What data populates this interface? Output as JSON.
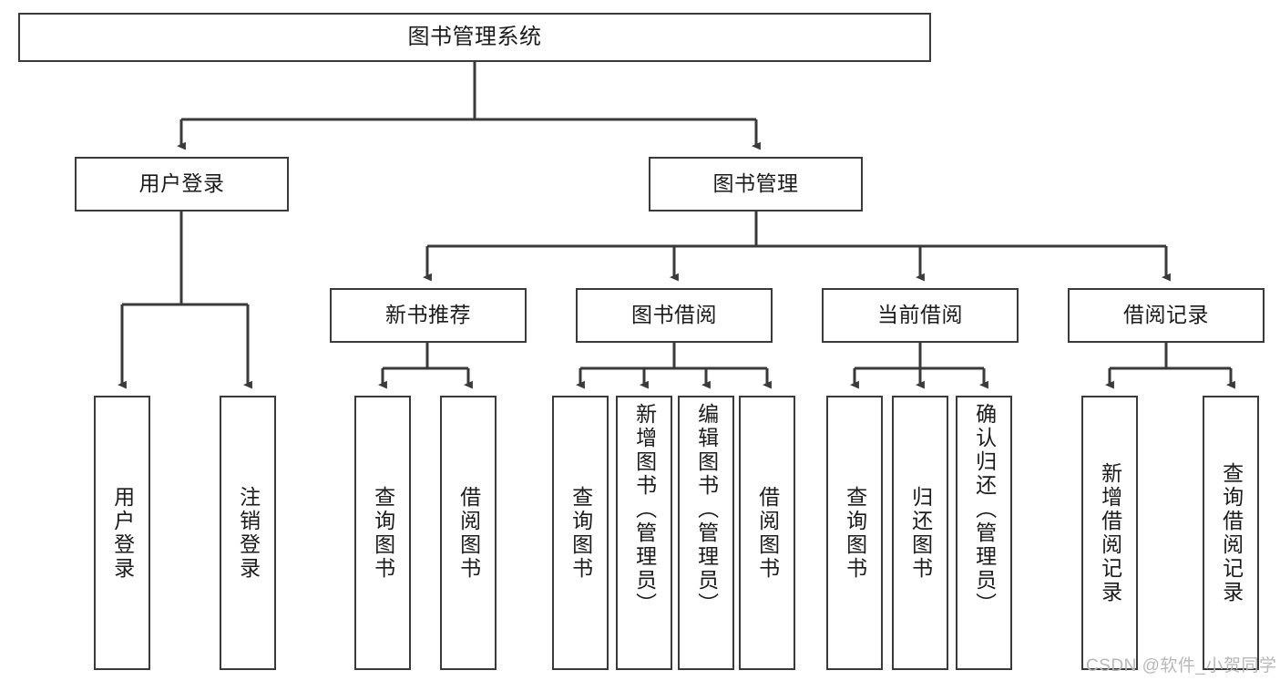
{
  "diagram": {
    "title": "图书管理系统",
    "root": {
      "label": "图书管理系统"
    },
    "level1": [
      {
        "label": "用户登录"
      },
      {
        "label": "图书管理"
      }
    ],
    "level2": [
      {
        "label": "新书推荐"
      },
      {
        "label": "图书借阅"
      },
      {
        "label": "当前借阅"
      },
      {
        "label": "借阅记录"
      }
    ],
    "leaves": {
      "user_login": [
        {
          "label": "用户登录"
        },
        {
          "label": "注销登录"
        }
      ],
      "new_book_recommend": [
        {
          "label": "查询图书"
        },
        {
          "label": "借阅图书"
        }
      ],
      "book_borrow": [
        {
          "label": "查询图书"
        },
        {
          "label": "新增图书（管理员）"
        },
        {
          "label": "编辑图书（管理员）"
        },
        {
          "label": "借阅图书"
        }
      ],
      "current_borrow": [
        {
          "label": "查询图书"
        },
        {
          "label": "归还图书"
        },
        {
          "label": "确认归还（管理员）"
        }
      ],
      "borrow_record": [
        {
          "label": "新增借阅记录"
        },
        {
          "label": "查询借阅记录"
        }
      ]
    }
  },
  "watermark": {
    "text": "CSDN @软件_小贺同学"
  },
  "colors": {
    "stroke": "#3a3a3a",
    "text": "#1b1b1b",
    "background": "#ffffff",
    "watermark": "#b8b8b8"
  }
}
